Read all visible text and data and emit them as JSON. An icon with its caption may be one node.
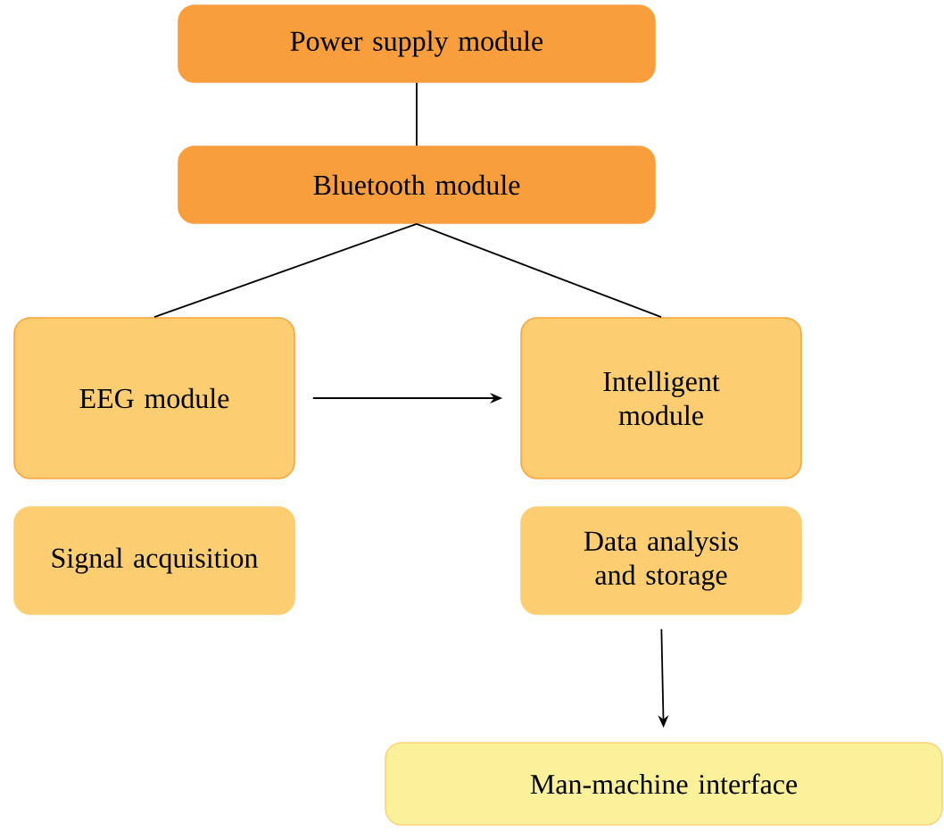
{
  "diagram": {
    "nodes": [
      {
        "text": [
          "Power supply module"
        ]
      },
      {
        "text": [
          "Bluetooth module"
        ]
      },
      {
        "text": [
          "EEG module"
        ]
      },
      {
        "text": [
          "Intelligent module"
        ]
      },
      {
        "text": [
          "Signal acquisition"
        ]
      },
      {
        "text": [
          "Data analysis and storage"
        ]
      },
      {
        "text": [
          "Man-machine interface"
        ]
      }
    ],
    "edges": [
      {
        "from": 0,
        "to": 1,
        "arrow": "none"
      },
      {
        "from": 1,
        "to": 2,
        "arrow": "none"
      },
      {
        "from": 1,
        "to": 3,
        "arrow": "none"
      },
      {
        "from": 2,
        "to": 3,
        "arrow": "to"
      },
      {
        "from": 5,
        "to": 6,
        "arrow": "to"
      }
    ]
  }
}
